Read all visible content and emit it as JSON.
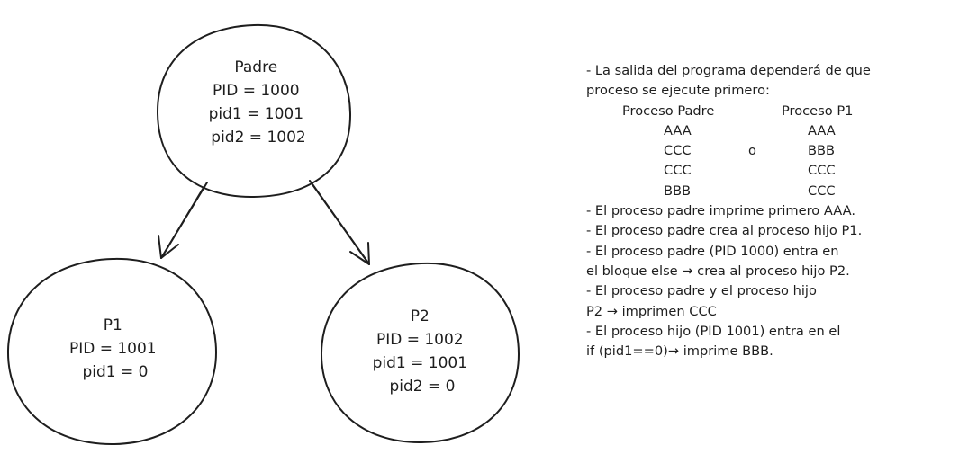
{
  "nodes": {
    "padre": {
      "lines": [
        "Padre",
        "PID = 1000",
        "pid1 = 1001",
        "pid2 = 1002"
      ]
    },
    "p1": {
      "lines": [
        "P1",
        "PID = 1001",
        "pid1 = 0"
      ]
    },
    "p2": {
      "lines": [
        "P2",
        "PID = 1002",
        "pid1 = 1001",
        "pid2 = 0"
      ]
    }
  },
  "notes": {
    "intro": [
      "- La salida del programa dependerá de que",
      "proceso se ejecute primero:"
    ],
    "table": {
      "col_a": "Proceso Padre",
      "col_b": "Proceso P1",
      "separator": "o",
      "rows": [
        [
          "AAA",
          "AAA"
        ],
        [
          "CCC",
          "BBB"
        ],
        [
          "CCC",
          "CCC"
        ],
        [
          "BBB",
          "CCC"
        ]
      ]
    },
    "bullets": [
      "- El proceso padre imprime primero AAA.",
      "- El proceso padre crea al proceso hijo P1.",
      "- El proceso padre (PID 1000) entra en",
      "el bloque else → crea al proceso hijo P2.",
      "- El proceso padre y el proceso hijo",
      "P2 → imprimen CCC",
      "- El proceso hijo (PID 1001) entra en el",
      "if (pid1==0)→ imprime BBB."
    ]
  },
  "colors": {
    "stroke": "#1e1e1e",
    "background": "#ffffff"
  }
}
